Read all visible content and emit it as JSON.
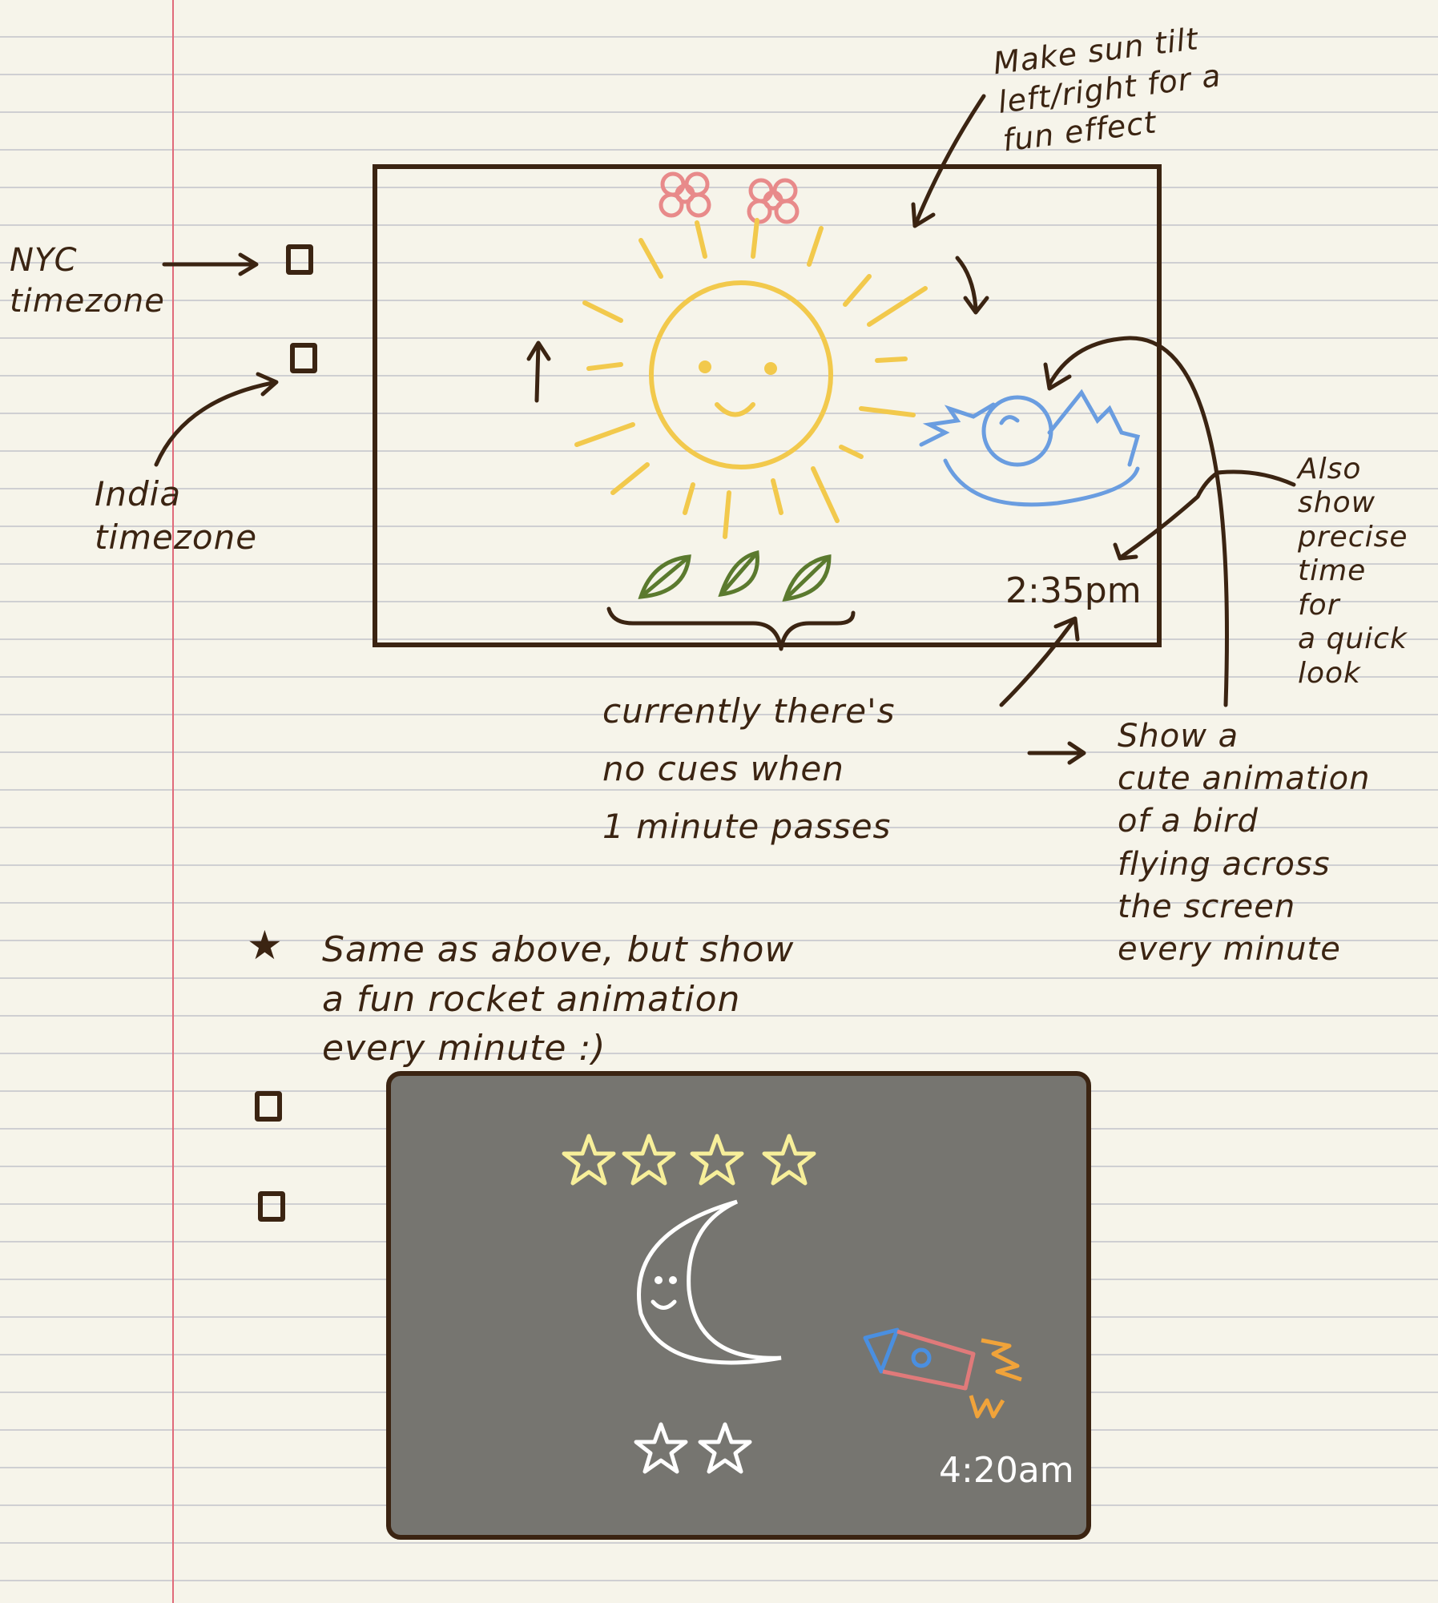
{
  "colors": {
    "ink": "#3b2412",
    "sun": "#f2c94c",
    "flower": "#e88a8a",
    "leaf": "#5b7a2e",
    "bird": "#6a9de0",
    "night_bg": "#767570",
    "night_star": "#f7ef9a",
    "moon": "#ffffff",
    "rocket_tip": "#4a8fe0",
    "rocket_body": "#e07a7a",
    "rocket_flame": "#f0a33a"
  },
  "annotations": {
    "sun_tilt": "Make sun tilt\nleft/right for a\nfun effect",
    "nyc_timezone": "NYC\ntimezone",
    "india_timezone": "India\ntimezone",
    "precise_time": "Also\nshow\nprecise\ntime\nfor\na quick\nlook",
    "no_cues": "currently there's\nno cues when\n1 minute passes",
    "bird_animation": "Show a\ncute animation\nof a bird\nflying across\nthe screen\nevery minute",
    "rocket_note_star": "★",
    "rocket_note": "Same as above, but show\na fun rocket animation\nevery minute :)"
  },
  "day_frame": {
    "time": "2:35pm"
  },
  "night_frame": {
    "time": "4:20am"
  },
  "icons": [
    "flower-icon",
    "sun-icon",
    "leaf-icon",
    "bird-icon",
    "star-icon",
    "moon-icon",
    "rocket-icon"
  ]
}
